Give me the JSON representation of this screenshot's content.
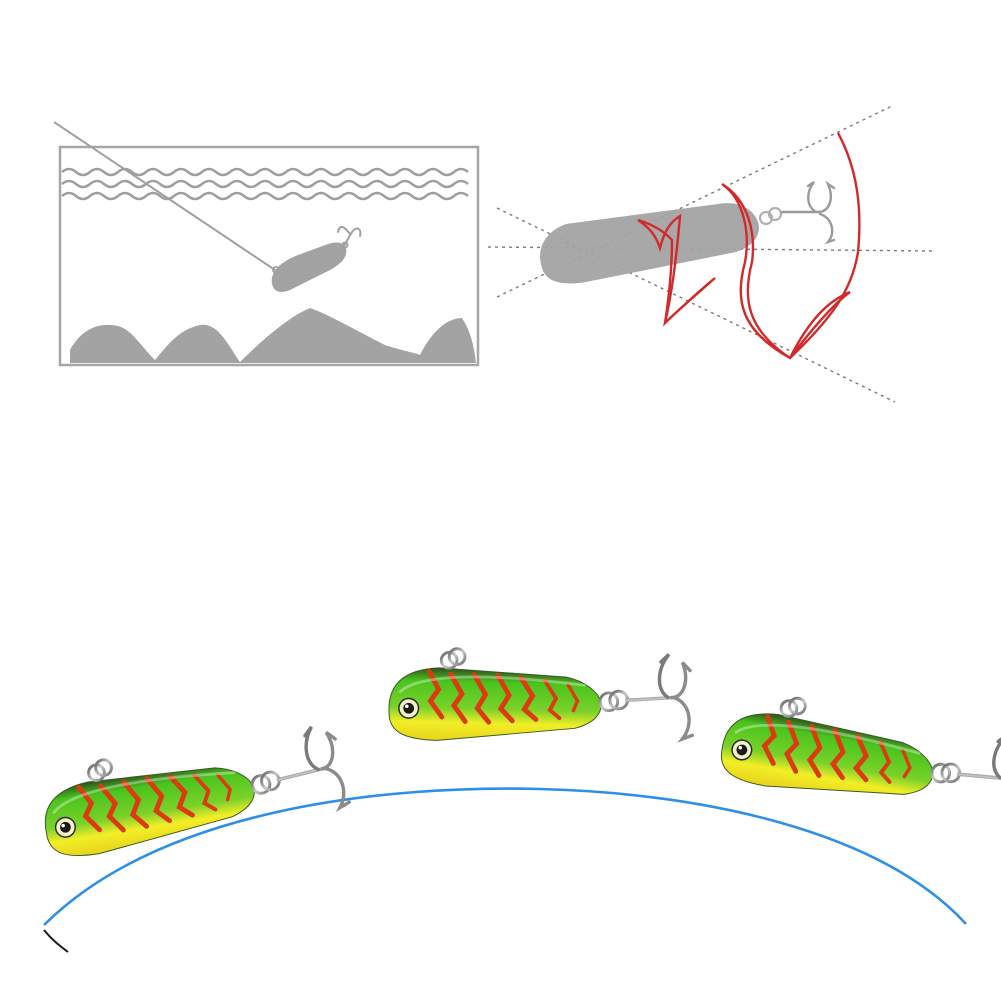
{
  "colors": {
    "background": "#ffffff",
    "frame": "#a6a6a6",
    "waves": "#9e9e9e",
    "silhouette": "#a3a3a3",
    "guide_lines": "#7a7a7a",
    "vibration_arcs": "#d22a2a",
    "hook_metal": "#8c8c8c",
    "lure_yellow": "#f2ee27",
    "lure_green": "#49c41d",
    "lure_stripes": "#dc3b12",
    "lure_back": "#2f4f1f",
    "lure_eye": "#1a1a1a",
    "fishing_line": "#2e8fe6"
  },
  "scene": {
    "panels": [
      "underwater-lure-scene",
      "lure-vibration-diagram",
      "lure-product-row"
    ],
    "lures_shown": 3,
    "vibration_arcs_shown": 3,
    "hook_type": "treble-hook"
  },
  "icons": [
    "wave-icon",
    "treble-hook-icon",
    "lure-icon",
    "split-ring-icon"
  ]
}
